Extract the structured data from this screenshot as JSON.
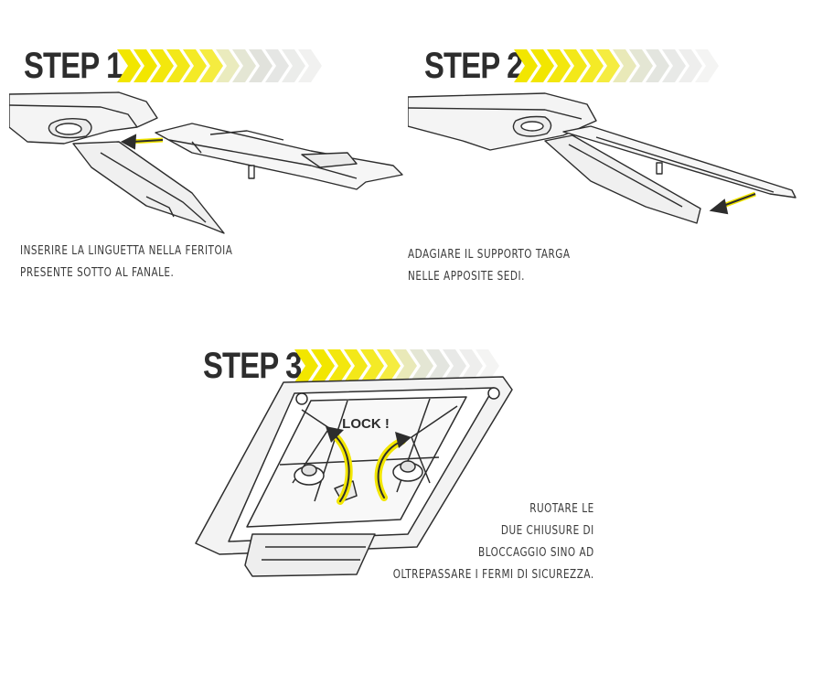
{
  "steps": [
    {
      "title": "STEP 1",
      "caption": [
        "INSERIRE LA LINGUETTA NELLA FERITOIA",
        "PRESENTE SOTTO AL FANALE."
      ]
    },
    {
      "title": "STEP 2",
      "caption": [
        "ADAGIARE IL SUPPORTO TARGA",
        "NELLE APPOSITE SEDI."
      ]
    },
    {
      "title": "STEP 3",
      "caption": [
        "RUOTARE LE",
        "DUE CHIUSURE DI",
        "BLOCCAGGIO SINO AD",
        "OLTREPASSARE  I FERMI  DI SICUREZZA."
      ],
      "callout": "LOCK !"
    }
  ],
  "colors": {
    "chevron": "#f2e600",
    "arrow_highlight": "#f2e600",
    "ink": "#2d2d2d"
  }
}
